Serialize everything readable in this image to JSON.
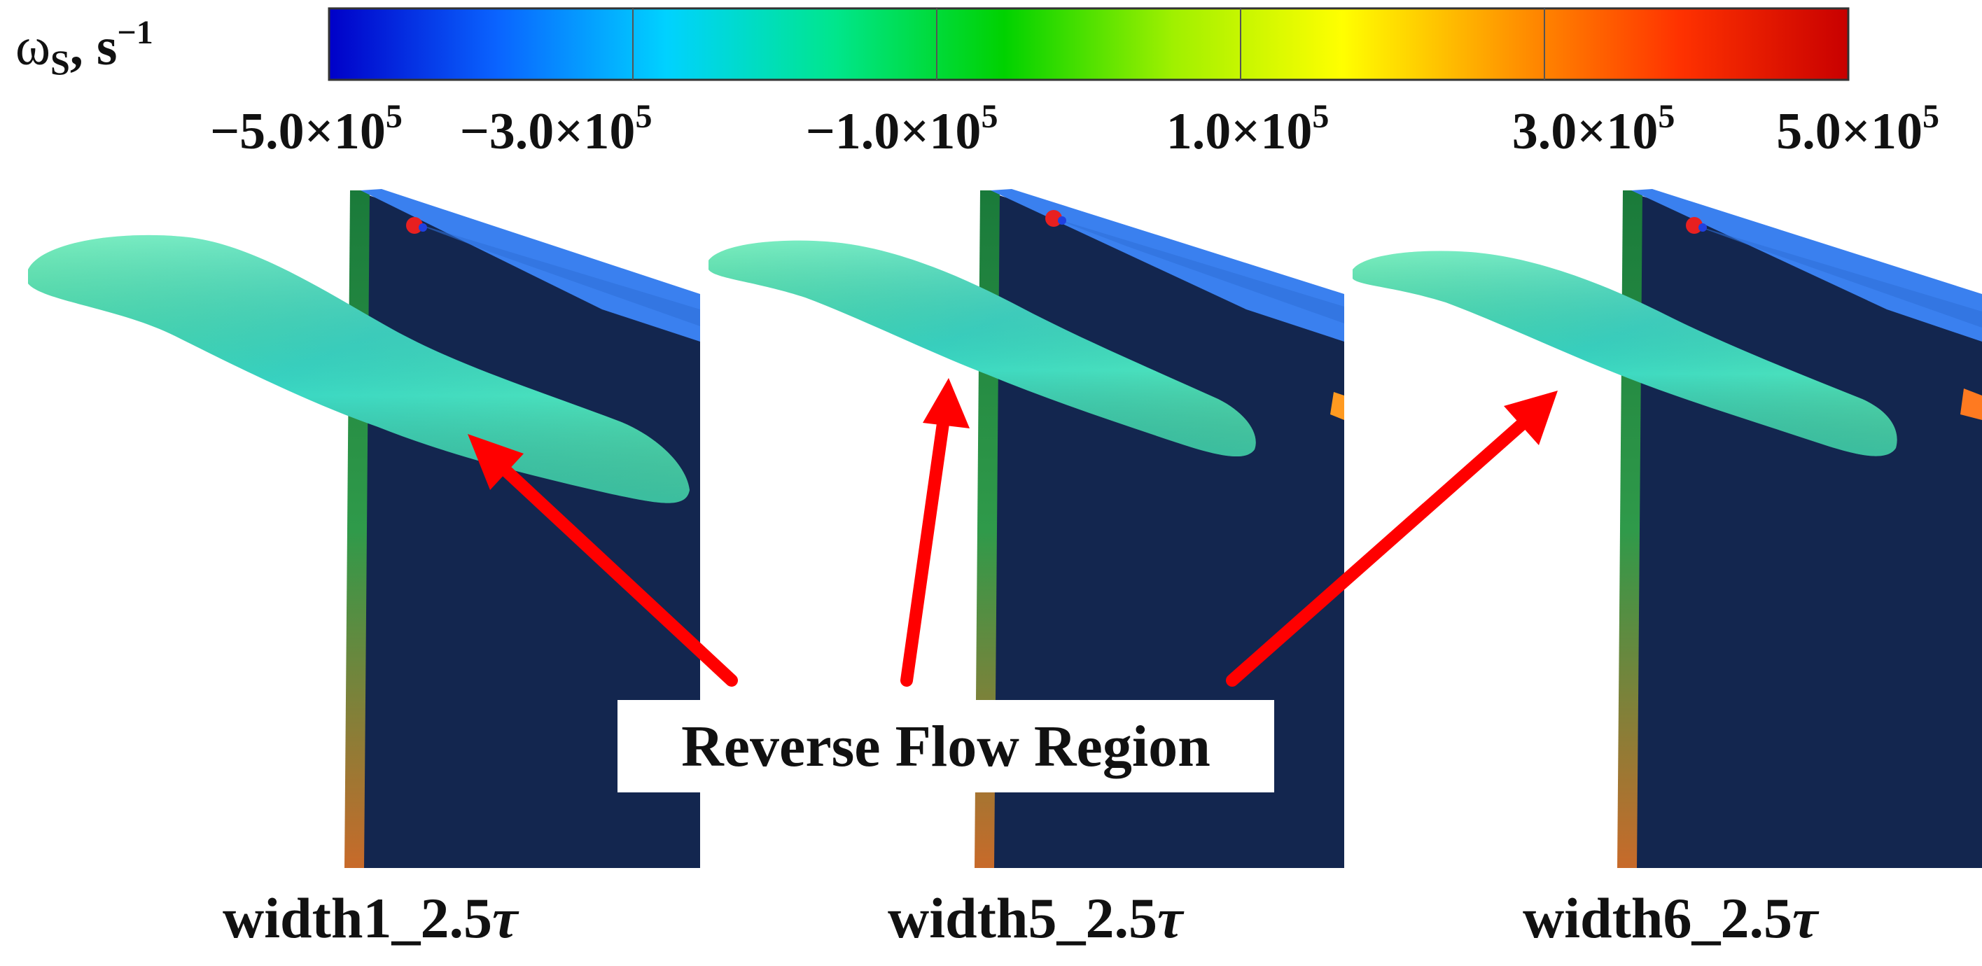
{
  "colorbar": {
    "symbol": "ω",
    "subscript": "S",
    "unit_text": ", s",
    "unit_exponent": "−1",
    "ticks": [
      {
        "mantissa": "−5.0×10",
        "exp": "5"
      },
      {
        "mantissa": "−3.0×10",
        "exp": "5"
      },
      {
        "mantissa": "−1.0×10",
        "exp": "5"
      },
      {
        "mantissa": "1.0×10",
        "exp": "5"
      },
      {
        "mantissa": "3.0×10",
        "exp": "5"
      },
      {
        "mantissa": "5.0×10",
        "exp": "5"
      }
    ],
    "min": -500000,
    "max": 500000,
    "colormap": [
      "#0000c8",
      "#0a64ff",
      "#00d2ff",
      "#00e68c",
      "#00d200",
      "#a0f000",
      "#ffff00",
      "#ff9600",
      "#ff3200",
      "#c80000"
    ]
  },
  "callout": {
    "label": "Reverse Flow Region",
    "arrow_color": "#ff0000"
  },
  "panels": [
    {
      "label_main": "width1_2.5",
      "label_tau": "τ"
    },
    {
      "label_main": "width5_2.5",
      "label_tau": "τ"
    },
    {
      "label_main": "width6_2.5",
      "label_tau": "τ"
    }
  ],
  "colors": {
    "blade_surface": "#13264f",
    "casing": "#3a80ef",
    "vortex": "#44e4b0"
  }
}
